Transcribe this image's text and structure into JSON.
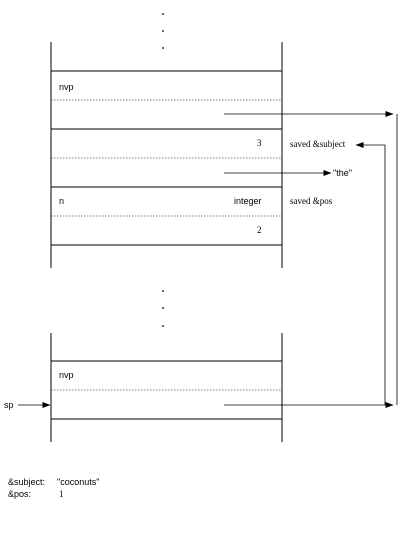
{
  "upper_stack": {
    "cells": {
      "nvp": "nvp",
      "three": "3",
      "n": "n",
      "integer": "integer",
      "two": "2"
    },
    "annotations": {
      "saved_subject": "saved &subject",
      "the_string": "\"the\"",
      "saved_pos": "saved &pos"
    }
  },
  "lower_stack": {
    "cells": {
      "nvp": "nvp"
    },
    "pointer_label": "sp"
  },
  "legend": {
    "subject_label": "&subject:",
    "subject_value": "\"coconuts\"",
    "pos_label": "&pos:",
    "pos_value": "1"
  }
}
